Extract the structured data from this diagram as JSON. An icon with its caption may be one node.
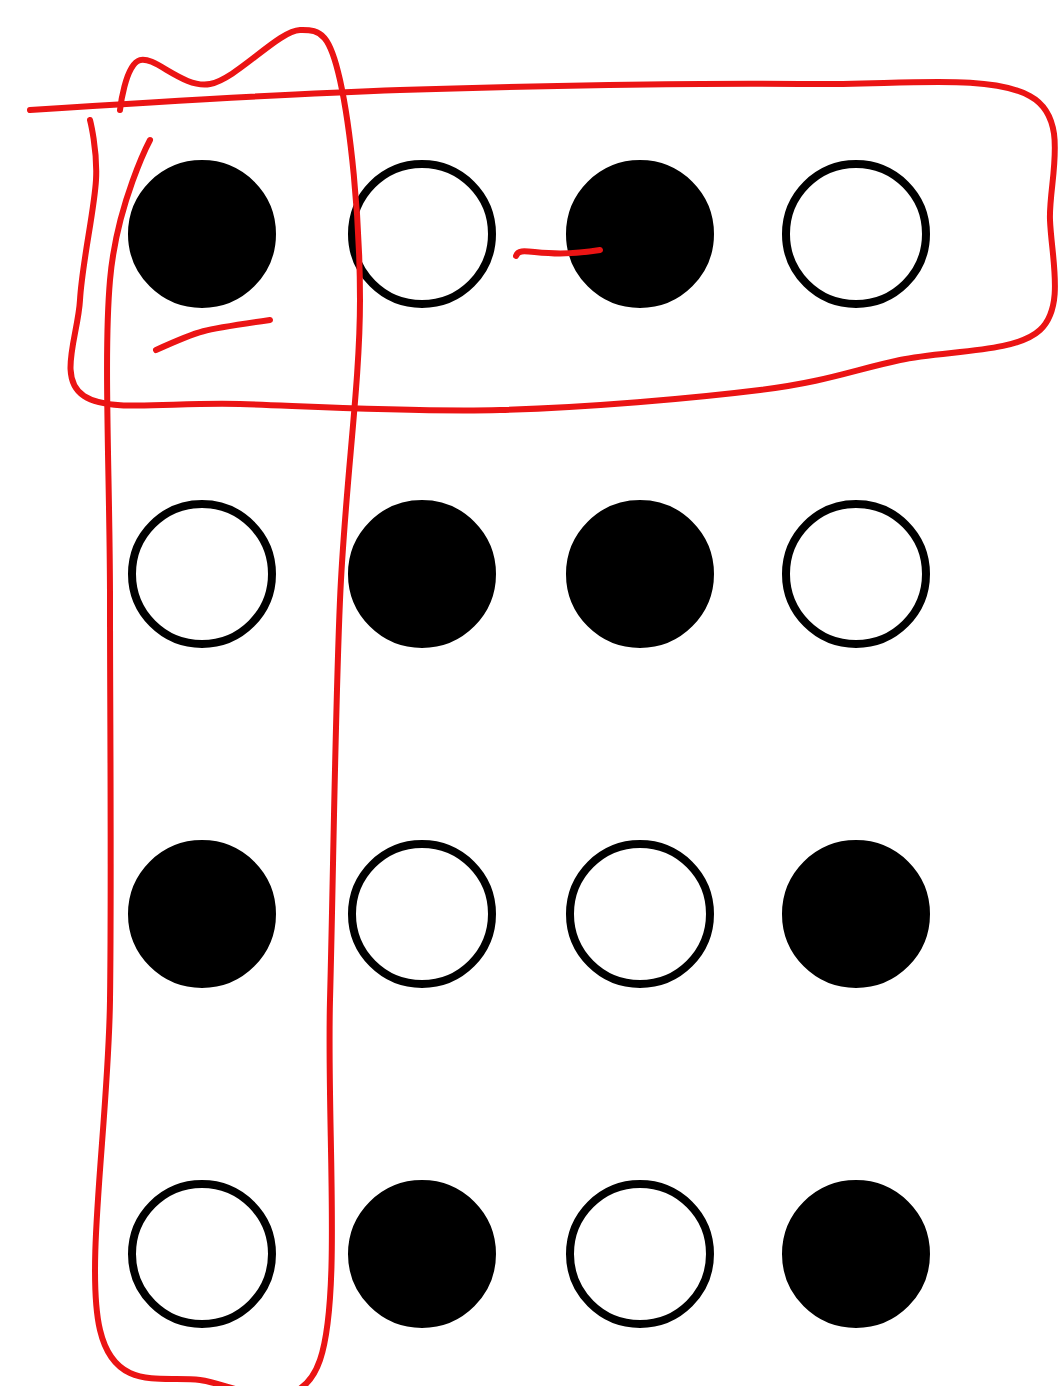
{
  "diagram": {
    "nodes": [
      {
        "text": [],
        "shape": "dot"
      },
      {
        "text": [],
        "shape": "circle"
      },
      {
        "text": [],
        "shape": "dot"
      },
      {
        "text": [],
        "shape": "circle"
      },
      {
        "text": [],
        "shape": "circle"
      },
      {
        "text": [],
        "shape": "dot"
      },
      {
        "text": [],
        "shape": "dot"
      },
      {
        "text": [],
        "shape": "circle"
      },
      {
        "text": [],
        "shape": "dot"
      },
      {
        "text": [],
        "shape": "circle"
      },
      {
        "text": [],
        "shape": "circle"
      },
      {
        "text": [],
        "shape": "dot"
      },
      {
        "text": [],
        "shape": "circle"
      },
      {
        "text": [],
        "shape": "dot"
      },
      {
        "text": [],
        "shape": "circle"
      },
      {
        "text": [],
        "shape": "dot"
      }
    ]
  }
}
